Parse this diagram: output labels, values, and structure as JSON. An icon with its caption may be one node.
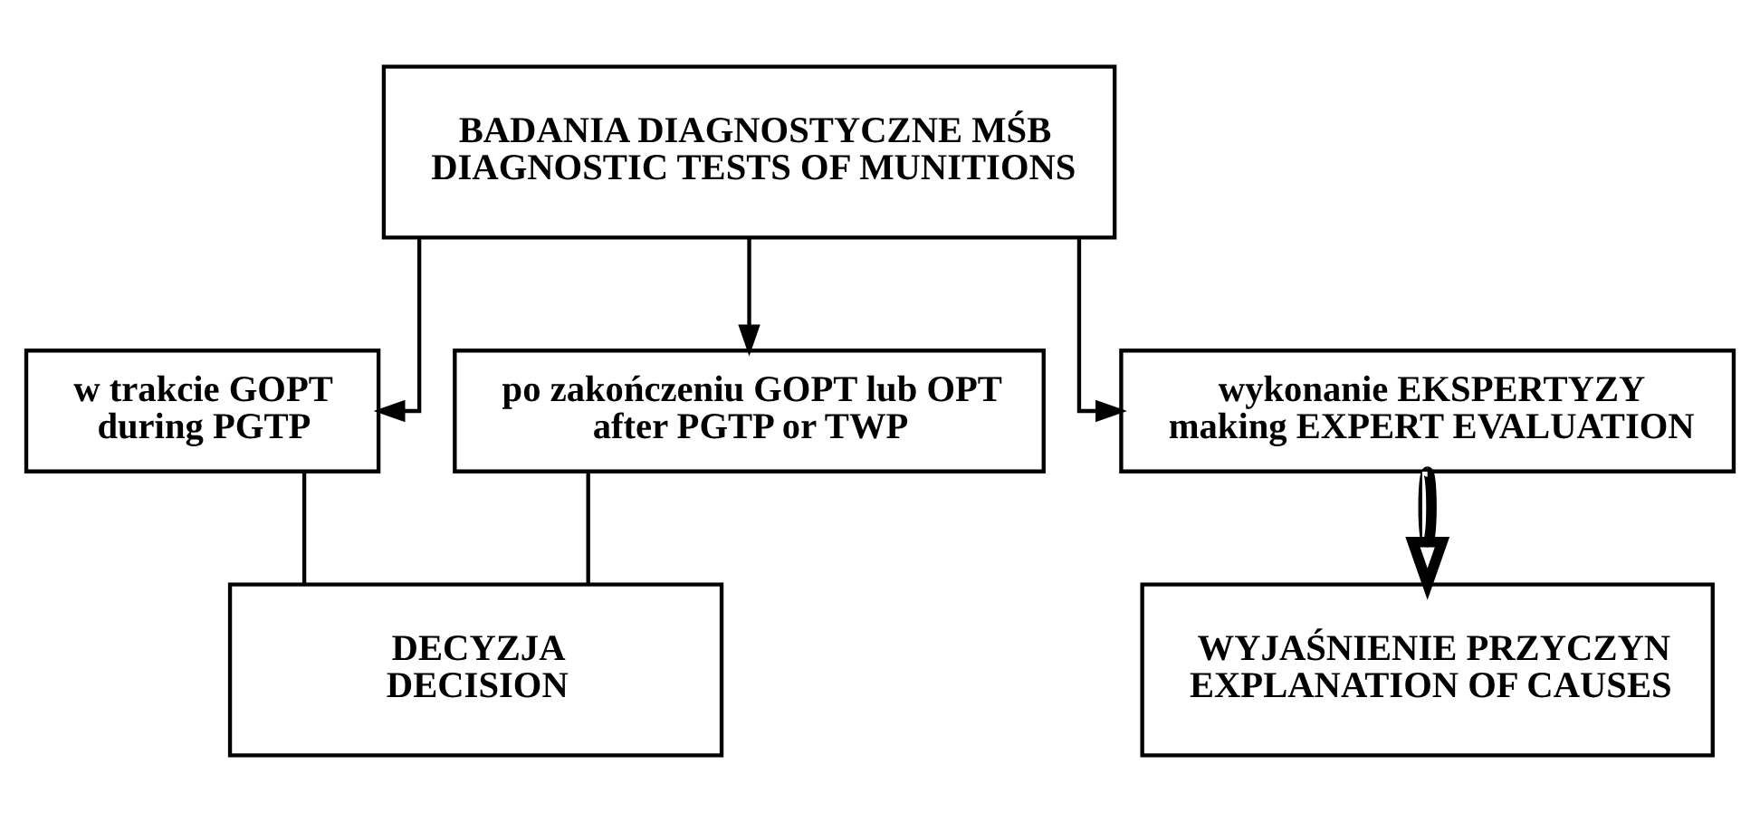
{
  "diagram": {
    "nodes": [
      {
        "text": [
          "BADANIA DIAGNOSTYCZNE MŚB",
          "DIAGNOSTIC TESTS OF MUNITIONS"
        ]
      },
      {
        "text": [
          "w trakcie GOPT",
          "during PGTP"
        ]
      },
      {
        "text": [
          "po zakończeniu GOPT lub OPT",
          "after PGTP or TWP"
        ]
      },
      {
        "text": [
          "wykonanie EKSPERTYZY",
          "making EXPERT EVALUATION"
        ]
      },
      {
        "text": [
          "DECYZJA",
          "DECISION"
        ]
      },
      {
        "text": [
          "WYJAŚNIENIE PRZYCZYN",
          "EXPLANATION OF CAUSES"
        ]
      }
    ],
    "edges": [
      {
        "from": 0,
        "to": 1,
        "arrow": "to"
      },
      {
        "from": 0,
        "to": 2,
        "arrow": "to"
      },
      {
        "from": 0,
        "to": 3,
        "arrow": "to"
      },
      {
        "from": 1,
        "to": 4,
        "arrow": "none"
      },
      {
        "from": 2,
        "to": 4,
        "arrow": "none"
      },
      {
        "from": 3,
        "to": 5,
        "arrow": "to",
        "style": "thick"
      }
    ]
  }
}
